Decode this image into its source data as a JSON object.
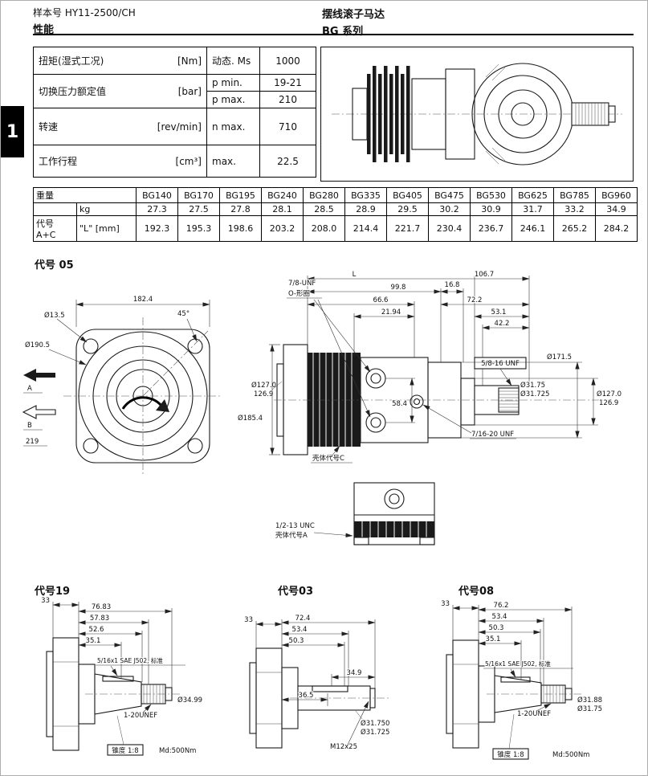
{
  "header": {
    "sample_no": "样本号 HY11-2500/CH",
    "subtitle": "性能",
    "product": "摆线滚子马达",
    "series": "BG 系列"
  },
  "side_tab": "1",
  "spec_table": {
    "r1_param": "扭矩(湿式工况)",
    "r1_unit": "[Nm]",
    "r1_sub": "动态. Ms",
    "r1_val": "1000",
    "r2_param": "切换压力额定值",
    "r2_unit": "[bar]",
    "r2a_sub": "p min.",
    "r2a_val": "19-21",
    "r2b_sub": "p max.",
    "r2b_val": "210",
    "r3_param": "转速",
    "r3_unit": "[rev/min]",
    "r3_sub": "n max.",
    "r3_val": "710",
    "r4_param": "工作行程",
    "r4_unit": "[cm³]",
    "r4_sub": "max.",
    "r4_val": "22.5"
  },
  "weight_table": {
    "weight_label": "重量",
    "kg_label": "kg",
    "code_label": "代号 A+C",
    "length_label": "\"L\" [mm]",
    "models": [
      "BG140",
      "BG170",
      "BG195",
      "BG240",
      "BG280",
      "BG335",
      "BG405",
      "BG475",
      "BG530",
      "BG625",
      "BG785",
      "BG960"
    ],
    "kg": [
      "27.3",
      "27.5",
      "27.8",
      "28.1",
      "28.5",
      "28.9",
      "29.5",
      "30.2",
      "30.9",
      "31.7",
      "33.2",
      "34.9"
    ],
    "length": [
      "192.3",
      "195.3",
      "198.6",
      "203.2",
      "208.0",
      "214.4",
      "221.7",
      "230.4",
      "236.7",
      "246.1",
      "265.2",
      "284.2"
    ]
  },
  "code05": {
    "title": "代号 05",
    "front": {
      "width": "182.4",
      "bolt_hole_dia": "Ø13.5",
      "angle": "45°",
      "pilot_dia": "Ø190.5",
      "port_a": "A",
      "port_b": "B",
      "dim_219": "219"
    },
    "side": {
      "overall": "L",
      "d106_7": "106.7",
      "d99_8": "99.8",
      "d16_8": "16.8",
      "d66_6": "66.6",
      "d72_2": "72.2",
      "d21_94": "21.94",
      "d53_1": "53.1",
      "d42_2": "42.2",
      "thread_78": "7/8-UNF",
      "oring": "O-形圈",
      "thread_58": "5/8-16 UNF",
      "dia_171_5": "Ø171.5",
      "dia_127_left_a": "Ø127.0",
      "dia_127_left_b": "126.9",
      "dia_185_4": "Ø185.4",
      "d58_4": "58.4",
      "dia_31_75": "Ø31.75",
      "dia_31_725": "Ø31.725",
      "dia_127_right_a": "Ø127.0",
      "dia_127_right_b": "126.9",
      "thread_716": "7/16-20 UNF",
      "case_c": "壳体代号C",
      "thread_12": "1/2-13 UNC",
      "case_a": "壳体代号A"
    }
  },
  "shaft19": {
    "title": "代号19",
    "d33": "33",
    "d76_83": "76.83",
    "d57_83": "57.83",
    "d52_6": "52.6",
    "d35_1": "35.1",
    "key_spec": "5/16x1 SAE J502, 标准",
    "thread": "1-20UNEF",
    "dia": "Ø34.99",
    "taper": "锥度 1:8",
    "torque": "Md:500Nm"
  },
  "shaft03": {
    "title": "代号03",
    "d33": "33",
    "d72_4": "72.4",
    "d53_4": "53.4",
    "d50_3": "50.3",
    "d34_9": "34.9",
    "d36_5": "36.5",
    "dia_a": "Ø31.750",
    "dia_b": "Ø31.725",
    "thread": "M12x25"
  },
  "shaft08": {
    "title": "代号08",
    "d33": "33",
    "d76_2": "76.2",
    "d53_4": "53.4",
    "d50_3": "50.3",
    "d35_1": "35.1",
    "key_spec": "5/16x1 SAE J502, 标准",
    "thread": "1-20UNEF",
    "dia_a": "Ø31.88",
    "dia_b": "Ø31.75",
    "taper": "锥度 1:8",
    "torque": "Md:500Nm"
  }
}
